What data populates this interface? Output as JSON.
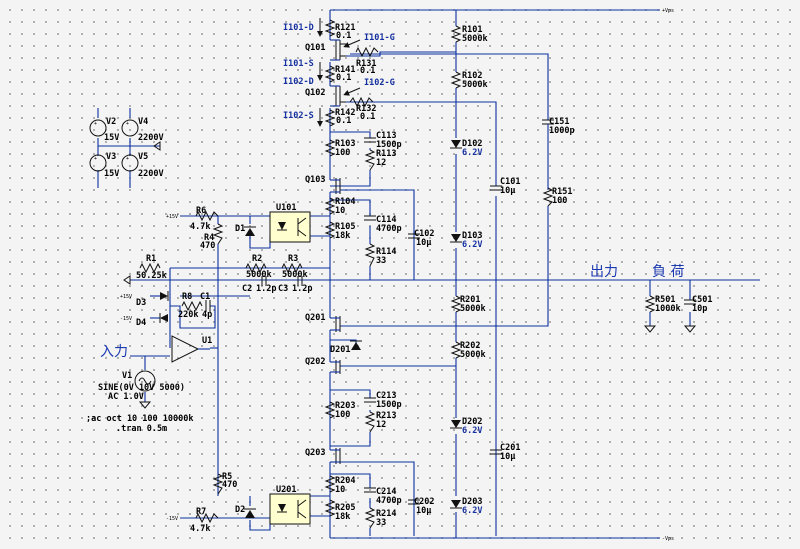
{
  "labels": {
    "output": "出力",
    "load": "負 荷",
    "input": "入力",
    "vplus": "+Vps",
    "vminus": "-Vps"
  },
  "probes": {
    "i101d": "I101-D",
    "i101g": "I101-G",
    "i101s": "I101-S",
    "i102d": "I102-D",
    "i102g": "I102-G",
    "i102s": "I102-S"
  },
  "sources": {
    "v2": {
      "name": "V2",
      "value": "15V"
    },
    "v3": {
      "name": "V3",
      "value": "15V"
    },
    "v4": {
      "name": "V4",
      "value": "2200V"
    },
    "v5": {
      "name": "V5",
      "value": "2200V"
    },
    "v1": {
      "name": "V1",
      "value": "SINE(0V 10V 5000)",
      "ac": "AC 1.0V"
    }
  },
  "directives": {
    "ac": ";ac oct 10 100 10000k",
    "tran": ".tran 0.5m"
  },
  "parts": {
    "r121": {
      "name": "R121",
      "value": "0.1"
    },
    "q101": {
      "name": "Q101"
    },
    "r131": {
      "name": "R131",
      "value": "0.1"
    },
    "r141": {
      "name": "R141",
      "value": "0.1"
    },
    "q102": {
      "name": "Q102"
    },
    "r132": {
      "name": "R132",
      "value": "0.1"
    },
    "r142": {
      "name": "R142",
      "value": "0.1"
    },
    "r101": {
      "name": "R101",
      "value": "5000k"
    },
    "r102": {
      "name": "R102",
      "value": "5000k"
    },
    "c151": {
      "name": "C151",
      "value": "1000p"
    },
    "c113": {
      "name": "C113",
      "value": "1500p"
    },
    "r103": {
      "name": "R103",
      "value": "100"
    },
    "r113": {
      "name": "R113",
      "value": "12"
    },
    "d102": {
      "name": "D102",
      "value": "6.2V"
    },
    "q103": {
      "name": "Q103"
    },
    "c101": {
      "name": "C101",
      "value": "10μ"
    },
    "r151": {
      "name": "R151",
      "value": "100"
    },
    "r104": {
      "name": "R104",
      "value": "10"
    },
    "c114": {
      "name": "C114",
      "value": "4700p"
    },
    "u101": {
      "name": "U101"
    },
    "r105": {
      "name": "R105",
      "value": "18k"
    },
    "d1": {
      "name": "D1"
    },
    "c102": {
      "name": "C102",
      "value": "10μ"
    },
    "d103": {
      "name": "D103",
      "value": "6.2V"
    },
    "r114": {
      "name": "R114",
      "value": "33"
    },
    "r6": {
      "name": "R6",
      "value": "4.7k"
    },
    "r4": {
      "name": "R4",
      "value": "470"
    },
    "r1": {
      "name": "R1",
      "value": "50.25k"
    },
    "r2": {
      "name": "R2",
      "value": "5000k"
    },
    "r3": {
      "name": "R3",
      "value": "5000k"
    },
    "c2": {
      "name": "C2",
      "value": "1.2p"
    },
    "c3": {
      "name": "C3",
      "value": "1.2p"
    },
    "d3": {
      "name": "D3"
    },
    "d4": {
      "name": "D4"
    },
    "r8": {
      "name": "R8",
      "value": "220k"
    },
    "c1": {
      "name": "C1",
      "value": "4p"
    },
    "u1": {
      "name": "U1"
    },
    "r201": {
      "name": "R201",
      "value": "5000k"
    },
    "r501": {
      "name": "R501",
      "value": "1000k"
    },
    "c501": {
      "name": "C501",
      "value": "10p"
    },
    "q201": {
      "name": "Q201"
    },
    "d201": {
      "name": "D201"
    },
    "q202": {
      "name": "Q202"
    },
    "r202": {
      "name": "R202",
      "value": "5000k"
    },
    "c213": {
      "name": "C213",
      "value": "1500p"
    },
    "r203": {
      "name": "R203",
      "value": "100"
    },
    "r213": {
      "name": "R213",
      "value": "12"
    },
    "d202": {
      "name": "D202",
      "value": "6.2V"
    },
    "c201": {
      "name": "C201",
      "value": "10μ"
    },
    "q203": {
      "name": "Q203"
    },
    "r204": {
      "name": "R204",
      "value": "10"
    },
    "r5": {
      "name": "R5",
      "value": "470"
    },
    "c214": {
      "name": "C214",
      "value": "4700p"
    },
    "c202": {
      "name": "C202",
      "value": "10μ"
    },
    "d203": {
      "name": "D203",
      "value": "6.2V"
    },
    "u201": {
      "name": "U201"
    },
    "r205": {
      "name": "R205",
      "value": "18k"
    },
    "r214": {
      "name": "R214",
      "value": "33"
    },
    "d2": {
      "name": "D2"
    },
    "r7": {
      "name": "R7",
      "value": "4.7k"
    }
  },
  "nets": {
    "p15": "+15V",
    "m15": "-15V",
    "pvps": "+Vps",
    "mvps": "-Vps"
  }
}
